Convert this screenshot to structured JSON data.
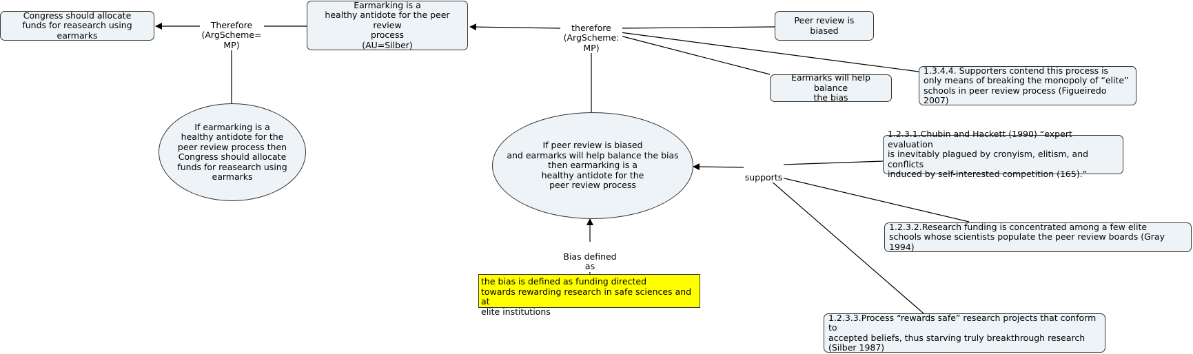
{
  "nodes": {
    "congress": "Congress should allocate\nfunds for reasearch using earmarks",
    "earmarking_antidote": "Earmarking is a\nhealthy antidote for the peer review\nprocess\n(AU=Silber)",
    "peer_review_biased": "Peer review is biased",
    "earmarks_balance": "Earmarks will help balance\nthe bias",
    "supporters": "1.3.4.4.     Supporters contend this process is\n only means of breaking  the monopoly of “elite”\n schools in peer review process (Figueiredo 2007)",
    "premise_left": "If earmarking is a\nhealthy antidote for the\npeer review process then\nCongress should allocate\nfunds for reasearch using\nearmarks",
    "premise_center": "If peer review is biased\nand earmarks will help balance the bias\nthen earmarking is a\nhealthy antidote for the\npeer review process",
    "chubin": "1.2.3.1.Chubin and Hackett (1990) “expert evaluation\nis inevitably plagued by cronyism, elitism, and conflicts\n induced by self-interested  competition (165).”",
    "research_funding": "1.2.3.2.Research funding is concentrated among a few elite\n schools whose scientists populate the peer review boards (Gray 1994)",
    "rewards_safe": "1.2.3.3.Process “rewards safe” research projects that conform to\n accepted beliefs, thus starving truly breakthrough research\n (Silber 1987)",
    "bias_defined": "the bias is defined as funding directed\ntowards rewarding research in safe sciences and at\nelite institutions"
  },
  "links": {
    "therefore_left": "Therefore\n(ArgScheme=\nMP)",
    "therefore_right": "therefore\n(ArgScheme:\nMP)",
    "supports": "supports",
    "bias_defined_as": "Bias defined\nas"
  },
  "colors": {
    "node_fill": "#edf3f6",
    "highlight_fill": "#ffff00",
    "line": "#000000"
  }
}
